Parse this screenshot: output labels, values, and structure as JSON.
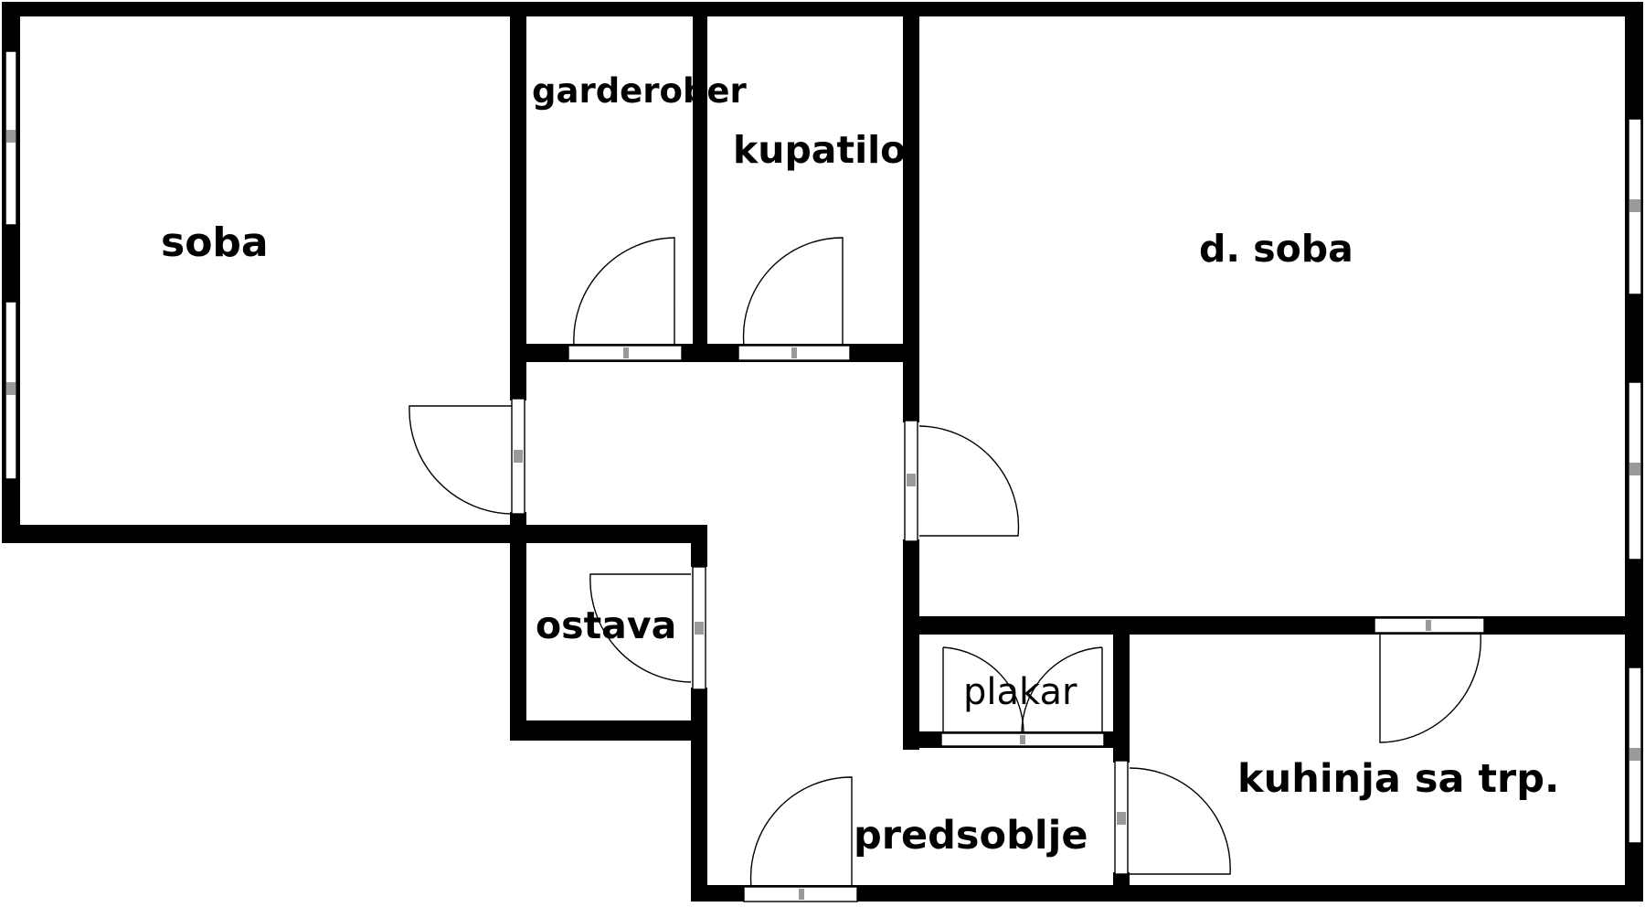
{
  "rooms": {
    "soba": "soba",
    "garderober": "garderober",
    "kupatilo": "kupatilo",
    "dnevna_soba": "d. soba",
    "ostava": "ostava",
    "plakar": "plakar",
    "kuhinja": "kuhinja sa trp.",
    "predsoblje": "predsoblje"
  }
}
